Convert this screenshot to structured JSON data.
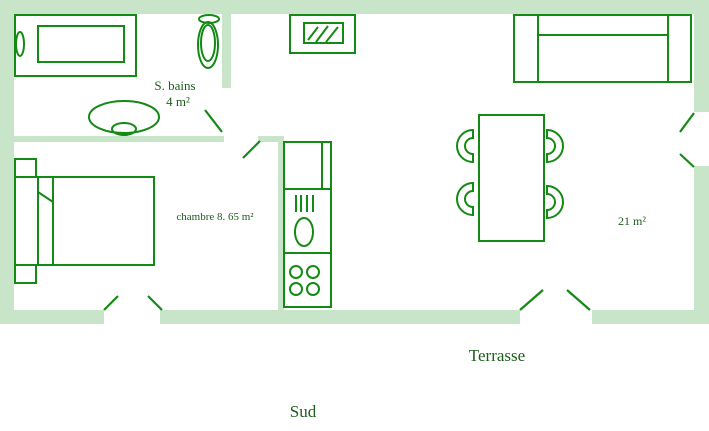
{
  "rooms": {
    "bathroom": {
      "name": "S. bains",
      "area": "4 m²"
    },
    "bedroom": {
      "label": "chambre 8. 65 m²"
    },
    "living": {
      "area": "21 m²"
    }
  },
  "outside": {
    "terrace": "Terrasse",
    "orientation": "Sud"
  },
  "colors": {
    "wall": "#c9e5c9",
    "furniture": "#138a13",
    "text": "#1d5c1d"
  }
}
